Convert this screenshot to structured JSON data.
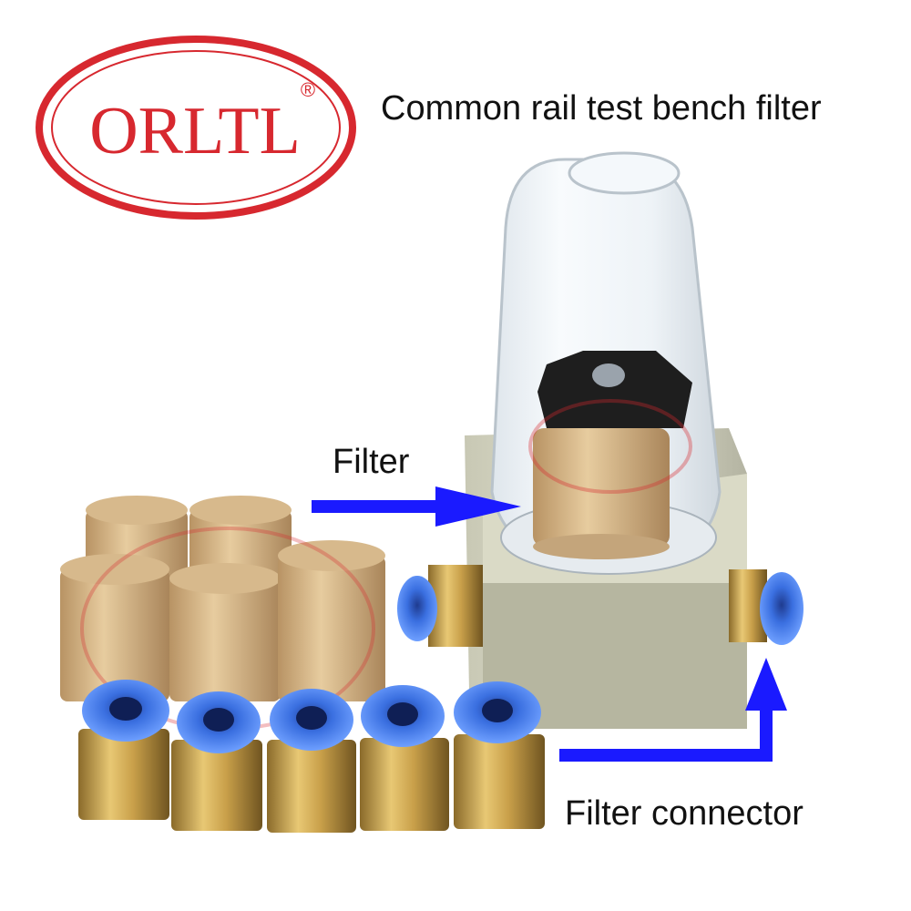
{
  "logo": {
    "text": "ORLTL",
    "registered_mark": "®",
    "color": "#d7282f"
  },
  "title": "Common rail test bench filter",
  "annotations": {
    "filter_label": "Filter",
    "connector_label": "Filter connector",
    "arrow_color": "#1a1aff"
  },
  "parts": {
    "filter_element_count": 5,
    "push_fitting_count": 5
  }
}
